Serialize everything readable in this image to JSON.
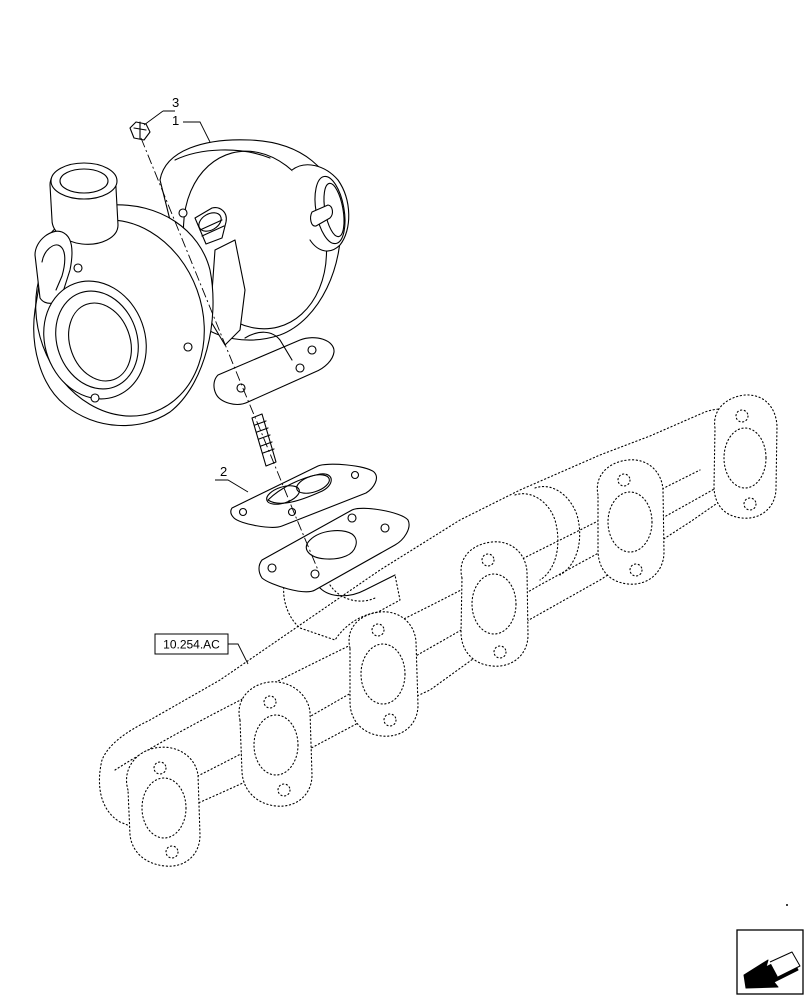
{
  "callouts": {
    "turbocharger": "1",
    "gasket": "2",
    "nut": "3"
  },
  "reference": {
    "exhaust_manifold": "10.254.AC"
  },
  "icons": {
    "nav": "arrow-previous-icon"
  }
}
